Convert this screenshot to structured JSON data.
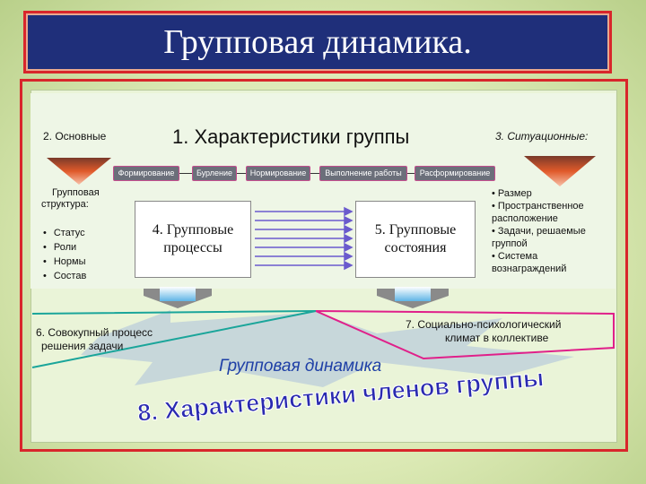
{
  "title": "Групповая динамика.",
  "left_label": "2. Основные",
  "heading": "1. Характеристики группы",
  "right_label": "3. Ситуационные:",
  "stages": [
    "Формирование",
    "Бурление",
    "Нормирование",
    "Выполнение работы",
    "Расформирование"
  ],
  "structure": {
    "title_line1": "Групповая",
    "title_line2": "структура:",
    "items": [
      "Статус",
      "Роли",
      "Нормы",
      "Состав"
    ]
  },
  "situational": [
    "• Размер",
    "• Пространственное расположение",
    "• Задачи, решаемые группой",
    "• Система вознаграждений"
  ],
  "box_processes": {
    "line1": "4. Групповые",
    "line2": "процессы"
  },
  "box_states": {
    "line1": "5. Групповые",
    "line2": "состояния"
  },
  "joint_process": {
    "line1": "6. Совокупный процесс",
    "line2": "решения задачи"
  },
  "climate": {
    "line1": "7. Социально-психологический",
    "line2": "климат в коллективе"
  },
  "dynamics_label": "Групповая динамика",
  "members_label": "8. Характеристики членов группы",
  "colors": {
    "title_bg": "#1f2f7a",
    "frame": "#d8262b",
    "accent_arrow": "#6a5acd",
    "triangle": "#e8542a"
  }
}
